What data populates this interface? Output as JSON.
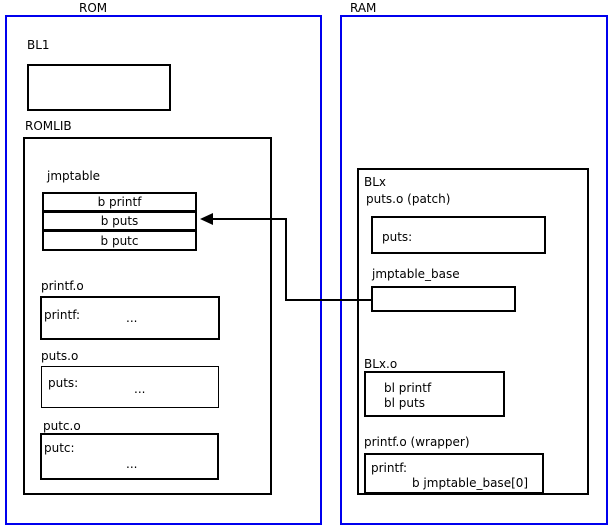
{
  "diagram": {
    "title_rom": "ROM",
    "title_ram": "RAM"
  },
  "rom": {
    "label": "ROM",
    "bl1": {
      "label": "BL1",
      "body": ""
    },
    "romlib": {
      "label": "ROMLIB",
      "jmptable": {
        "label": "jmptable",
        "entries": [
          "b printf",
          "b puts",
          "b putc"
        ]
      },
      "objects": [
        {
          "label": "printf.o",
          "symbol": "printf:",
          "body": "..."
        },
        {
          "label": "puts.o",
          "symbol": "puts:",
          "body": "..."
        },
        {
          "label": "putc.o",
          "symbol": "putc:",
          "body": "..."
        }
      ]
    }
  },
  "ram": {
    "label": "RAM",
    "blx": {
      "label": "BLx",
      "puts_patch": {
        "label": "puts.o (patch)",
        "symbol": "puts:"
      },
      "jmptable_base": {
        "label": "jmptable_base",
        "body": ""
      },
      "blx_o": {
        "label": "BLx.o",
        "lines": [
          "bl printf",
          "bl puts"
        ]
      },
      "printf_wrapper": {
        "label": "printf.o (wrapper)",
        "symbol": "printf:",
        "instruction": "b jmptable_base[0]"
      }
    }
  },
  "colors": {
    "region_border": "#0000ee",
    "box_border": "#000000",
    "background": "#ffffff",
    "text": "#000000"
  },
  "connector": {
    "name": "jmptable-base-to-b-puts",
    "from": "jmptable_base",
    "to": "b puts"
  }
}
